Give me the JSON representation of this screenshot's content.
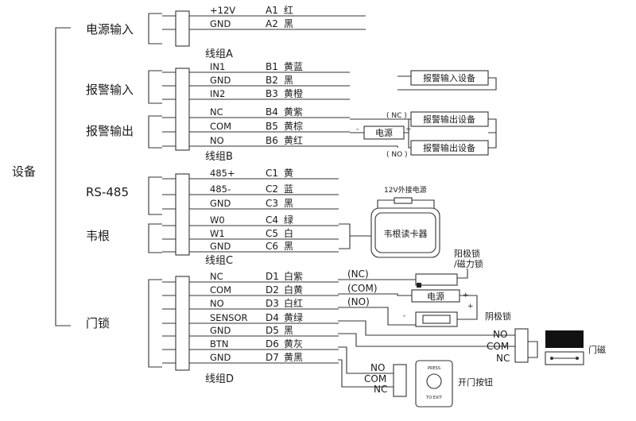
{
  "device_label": "设备",
  "sections": {
    "power": "电源输入",
    "alarm_in": "报警输入",
    "alarm_out": "报警输出",
    "rs485": "RS-485",
    "wiegand": "韦根",
    "door_lock": "门锁"
  },
  "groups": {
    "A": "线组A",
    "B": "线组B",
    "C": "线组C",
    "D": "线组D"
  },
  "wires": [
    {
      "signal": "+12V",
      "pin": "A1",
      "color": "红"
    },
    {
      "signal": "GND",
      "pin": "A2",
      "color": "黑"
    },
    {
      "signal": "IN1",
      "pin": "B1",
      "color": "黄蓝"
    },
    {
      "signal": "GND",
      "pin": "B2",
      "color": "黑"
    },
    {
      "signal": "IN2",
      "pin": "B3",
      "color": "黄橙"
    },
    {
      "signal": "NC",
      "pin": "B4",
      "color": "黄紫"
    },
    {
      "signal": "COM",
      "pin": "B5",
      "color": "黄棕"
    },
    {
      "signal": "NO",
      "pin": "B6",
      "color": "黄红"
    },
    {
      "signal": "485+",
      "pin": "C1",
      "color": "黄"
    },
    {
      "signal": "485-",
      "pin": "C2",
      "color": "蓝"
    },
    {
      "signal": "GND",
      "pin": "C3",
      "color": "黑"
    },
    {
      "signal": "W0",
      "pin": "C4",
      "color": "绿"
    },
    {
      "signal": "W1",
      "pin": "C5",
      "color": "白"
    },
    {
      "signal": "GND",
      "pin": "C6",
      "color": "黑"
    },
    {
      "signal": "NC",
      "pin": "D1",
      "color": "白紫"
    },
    {
      "signal": "COM",
      "pin": "D2",
      "color": "白黄"
    },
    {
      "signal": "NO",
      "pin": "D3",
      "color": "白红"
    },
    {
      "signal": "SENSOR",
      "pin": "D4",
      "color": "黄绿"
    },
    {
      "signal": "GND",
      "pin": "D5",
      "color": "黑"
    },
    {
      "signal": "BTN",
      "pin": "D6",
      "color": "黄灰"
    },
    {
      "signal": "GND",
      "pin": "D7",
      "color": "黄黑"
    }
  ],
  "devices": {
    "alarm_input_device": "报警输入设备",
    "alarm_output_device": "报警输出设备",
    "power_supply": "电源",
    "nc_tag": "( NC )",
    "no_tag": "( NO )",
    "minus": "-",
    "plus": "+",
    "ext_power": "12V外接电源",
    "wiegand_reader": "韦根读卡器",
    "anode_lock": "阳极锁\n/磁力锁",
    "cathode_lock": "阴极锁",
    "lock_nc": "(NC)",
    "lock_com": "(COM)",
    "lock_no": "(NO)",
    "door_sensor": "门磁",
    "door_button": "开门按钮",
    "button_top_text": "PRESS",
    "button_bottom_text": "TO EXIT",
    "term_no": "NO",
    "term_com": "COM",
    "term_nc": "NC"
  }
}
